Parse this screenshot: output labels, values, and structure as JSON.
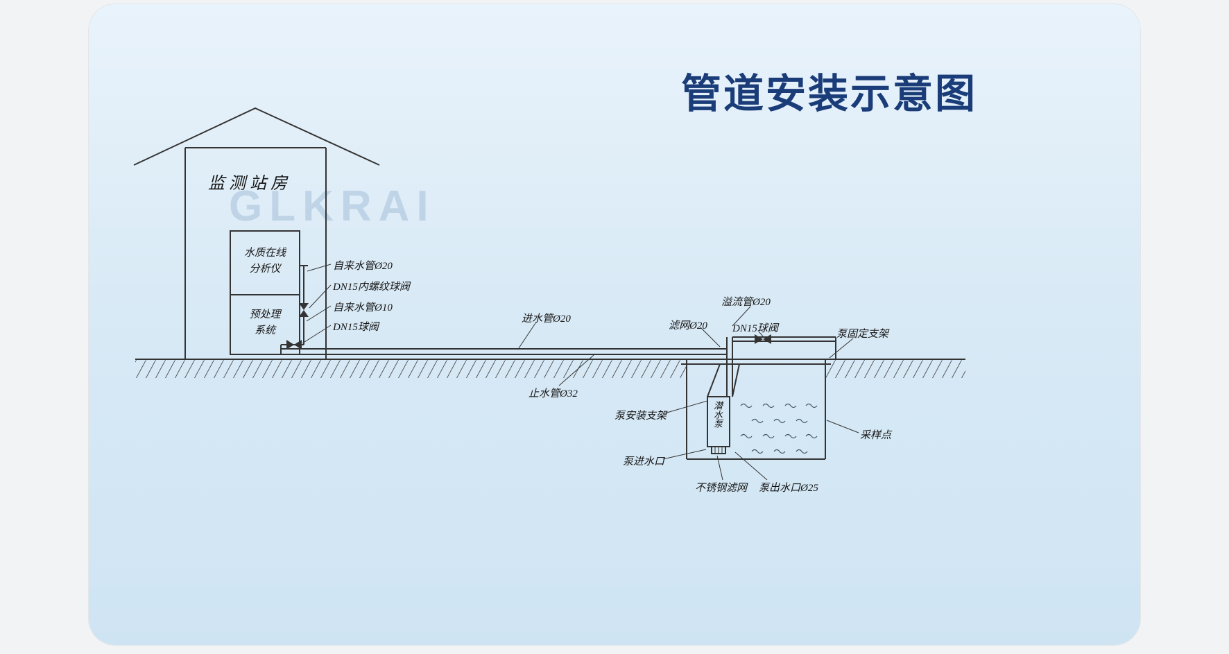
{
  "title": "管道安装示意图",
  "watermark": "GLKRAI",
  "house": {
    "name": "监测站房",
    "analyzer": "水质在线\n分析仪",
    "pretreatment": "预处理\n系统"
  },
  "labels": {
    "tap_pipe_20": "自来水管Ø20",
    "dn15_threaded_valve": "DN15内螺纹球阀",
    "tap_pipe_10": "自来水管Ø10",
    "dn15_valve": "DN15球阀",
    "inlet_pipe_20": "进水管Ø20",
    "stop_pipe_32": "止水管Ø32",
    "overflow_pipe_20": "溢流管Ø20",
    "strainer_20": "滤网Ø20",
    "dn15_valve_2": "DN15球阀",
    "pump_fixing_bracket": "泵固定支架",
    "pump_mount_bracket": "泵安装支架",
    "submersible_pump": "潜水泵",
    "pump_inlet": "泵进水口",
    "stainless_strainer": "不锈钢滤网",
    "pump_outlet_25": "泵出水口Ø25",
    "sampling_point": "采样点"
  }
}
